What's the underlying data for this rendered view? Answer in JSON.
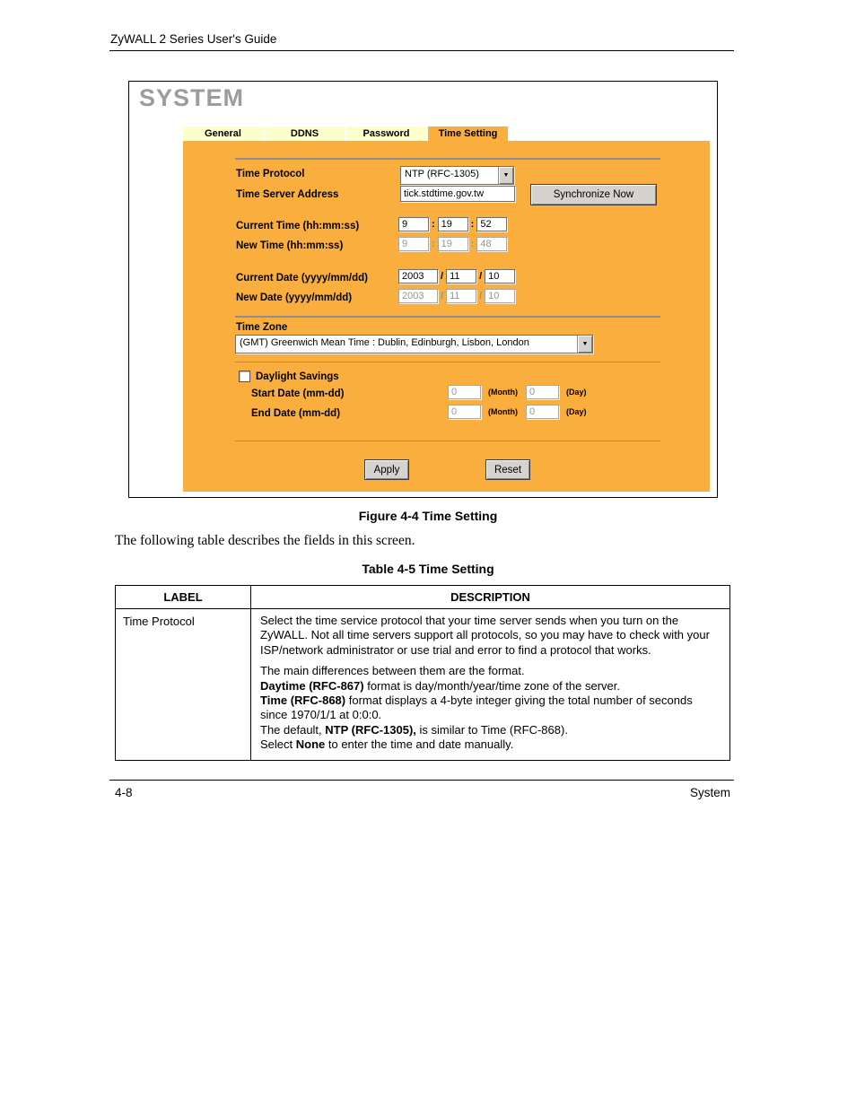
{
  "page": {
    "header": "ZyWALL 2 Series User's Guide",
    "figure_caption": "Figure 4-4 Time Setting",
    "intro": "The following table describes the fields in this screen.",
    "table_caption": "Table 4-5 Time Setting",
    "footer_left": "4-8",
    "footer_right": "System"
  },
  "screenshot": {
    "title": "SYSTEM",
    "tabs": [
      {
        "label": "General",
        "active": false
      },
      {
        "label": "DDNS",
        "active": false
      },
      {
        "label": "Password",
        "active": false
      },
      {
        "label": "Time Setting",
        "active": true
      }
    ],
    "time_protocol_label": "Time Protocol",
    "time_protocol_value": "NTP (RFC-1305)",
    "time_server_label": "Time Server Address",
    "time_server_value": "tick.stdtime.gov.tw",
    "sync_button": "Synchronize Now",
    "current_time_label": "Current Time (hh:mm:ss)",
    "current_time": {
      "h": "9",
      "m": "19",
      "s": "52"
    },
    "new_time_label": "New Time (hh:mm:ss)",
    "new_time": {
      "h": "9",
      "m": "19",
      "s": "48"
    },
    "current_date_label": "Current Date (yyyy/mm/dd)",
    "current_date": {
      "y": "2003",
      "m": "11",
      "d": "10"
    },
    "new_date_label": "New Date (yyyy/mm/dd)",
    "new_date": {
      "y": "2003",
      "m": "11",
      "d": "10"
    },
    "time_zone_label": "Time Zone",
    "time_zone_value": "(GMT) Greenwich Mean Time : Dublin, Edinburgh, Lisbon, London",
    "daylight_savings_label": "Daylight Savings",
    "daylight_savings_checked": false,
    "start_date_label": "Start Date (mm-dd)",
    "end_date_label": "End Date (mm-dd)",
    "month_hint": "(Month)",
    "day_hint": "(Day)",
    "dst": {
      "start_month": "0",
      "start_day": "0",
      "end_month": "0",
      "end_day": "0"
    },
    "apply_button": "Apply",
    "reset_button": "Reset",
    "colors": {
      "panel_orange": "#F9AE3D",
      "tab_inactive": "#FFFFCC",
      "title_gray": "#9C9C9C",
      "button_face": "#D6D3CE"
    }
  },
  "table": {
    "headers": [
      "LABEL",
      "DESCRIPTION"
    ],
    "row_label": "Time Protocol",
    "desc": {
      "p1": "Select the time service protocol that your time server sends when you turn on the ZyWALL. Not all time servers support all protocols, so you may have to check with your ISP/network administrator or use trial and error to find a protocol that works.",
      "l1": "The main differences between them are the format.",
      "l2_bold": "Daytime (RFC-867)",
      "l2_rest": " format is day/month/year/time zone of the server.",
      "l3_bold": "Time (RFC-868)",
      "l3_rest": " format displays a 4-byte integer giving the total number of seconds since 1970/1/1 at 0:0:0.",
      "l4_pre": "The default, ",
      "l4_bold": "NTP (RFC-1305),",
      "l4_rest": " is similar to Time (RFC-868).",
      "l5_pre": "Select ",
      "l5_bold": "None",
      "l5_rest": " to enter the time and date manually."
    }
  }
}
